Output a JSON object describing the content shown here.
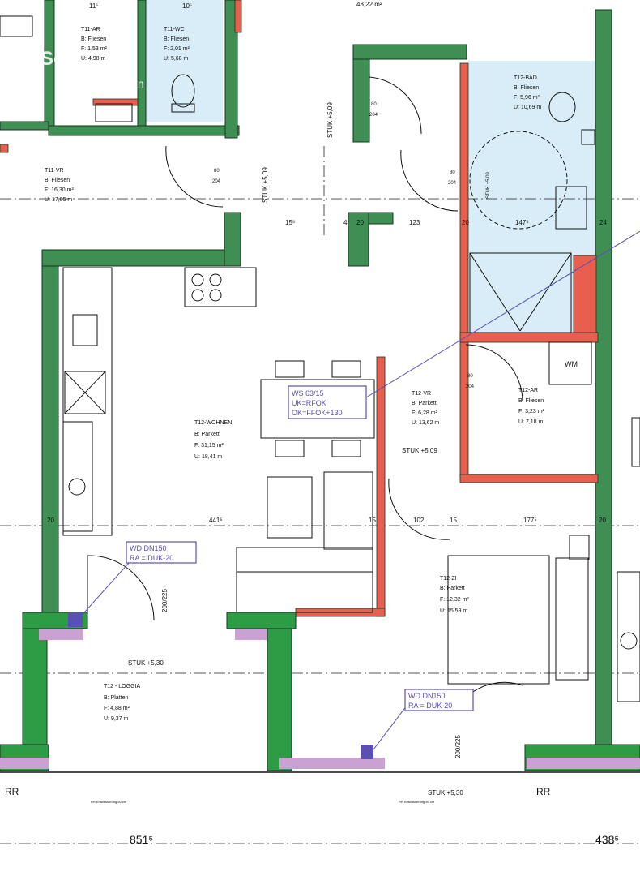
{
  "watermark": {
    "logo": "Sera",
    "sub": "Immobilien"
  },
  "colors": {
    "wall_green": "#3f8f55",
    "wall_dark": "#16361f",
    "wall_red": "#e85f50",
    "wet_blue": "#d8edf7",
    "annotation": "#5a4fb4",
    "insulation": "#c9a2d3",
    "facade_green": "#2e9b45"
  },
  "rooms": {
    "top_left_ar": {
      "name": "T11-AR",
      "floor": "B: Fliesen",
      "area": "F: 1,53 m²",
      "perimeter": "U: 4,98 m"
    },
    "top_wc": {
      "name": "T11-WC",
      "floor": "B: Fliesen",
      "area": "F: 2,01 m²",
      "perimeter": "U: 5,68 m"
    },
    "vr11": {
      "name": "T11-VR",
      "floor": "B: Fliesen",
      "area": "F: 16,30 m²",
      "perimeter": "U: 17,05 m"
    },
    "bad": {
      "name": "T12-BAD",
      "floor": "B: Fliesen",
      "area": "F: 5,96 m²",
      "perimeter": "U: 10,69 m"
    },
    "wohnen": {
      "name": "T12-WOHNEN",
      "floor": "B: Parkett",
      "area": "F: 31,15 m²",
      "perimeter": "U: 18,41 m"
    },
    "vr12": {
      "name": "T12-VR",
      "floor": "B: Parkett",
      "area": "F: 6,28 m²",
      "perimeter": "U: 13,62 m"
    },
    "ar12": {
      "name": "T12-AR",
      "floor": "B: Fliesen",
      "area": "F: 3,23 m²",
      "perimeter": "U: 7,18 m"
    },
    "zi": {
      "name": "T12-ZI",
      "floor": "B: Parkett",
      "area": "F: 12,32 m²",
      "perimeter": "U: 15,59 m"
    },
    "loggia": {
      "name": "T12 - LOGGIA",
      "floor": "B: Platten",
      "area": "F: 4,88 m²",
      "perimeter": "U: 9,37 m"
    }
  },
  "notes": {
    "ws_line1": "WS 63/15",
    "ws_line2": "UK=RFOK",
    "ws_line3": "OK=FFOK+130",
    "wd1_line1": "WD DN150",
    "wd1_line2": "RA = DUK-20",
    "wd2_line1": "WD DN150",
    "wd2_line2": "RA = DUK-20",
    "wm": "WM"
  },
  "ceilings": {
    "stuk_top": "STUK +5,09",
    "stuk_mid": "STUK +5,09",
    "stuk_vr": "STUK +5,09",
    "stuk_bad": "STUK +5,09",
    "stuk_loggia": "STUK +5,30",
    "stuk_bottom": "STUK +5,30"
  },
  "doors": {
    "d1_top": "80",
    "d1_bot": "204",
    "d2_top": "80",
    "d2_bot": "204",
    "d3_top": "80",
    "d3_bot": "204",
    "d4_top": "80",
    "d4_bot": "204"
  },
  "dimensions": {
    "top_row": [
      "15⁵",
      "4",
      "20",
      "123",
      "20",
      "147⁵",
      "24"
    ],
    "mid_row": [
      "20",
      "441⁵",
      "15",
      "102",
      "15",
      "177⁵",
      "20"
    ],
    "top_fragments": [
      "11⁵",
      "10⁵",
      "48,22 m²"
    ],
    "bottom_left": "851⁵",
    "bottom_right": "438⁵",
    "loggia_door": "200/225",
    "zi_door": "200/225"
  },
  "markers": {
    "rr_left": "RR",
    "rr_right": "RR",
    "small_left": "RR Entwässerung 50 cm",
    "small_center": "RR Entwässerung 50 cm"
  }
}
